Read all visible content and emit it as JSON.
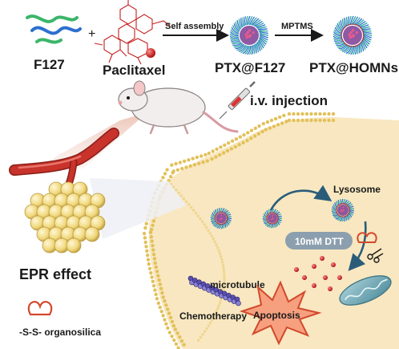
{
  "top_row": {
    "f127": "F127",
    "plus": "+",
    "paclitaxel": "Paclitaxel",
    "step1": "Self assembly",
    "ptx_f127": "PTX@F127",
    "step2": "MPTMS",
    "ptx_homns": "PTX@HOMNs"
  },
  "middle": {
    "injection": "i.v. injection",
    "epr": "EPR effect"
  },
  "cell": {
    "lysosome": "Lysosome",
    "dtt": "10mM DTT",
    "microtubule": "microtubule",
    "chemotherapy": "Chemotherapy",
    "apoptosis": "Apoptosis"
  },
  "legend": {
    "label": "-S-S- organosilica"
  },
  "colors": {
    "cell_fill": "#f8e7c0",
    "membrane": "#e2c15a",
    "vessel": "#c8332b",
    "tumor": "#f0d77a",
    "dtt_badge": "#8c9fae",
    "apoptosis_fill": "#f6a07f",
    "apoptosis_stroke": "#d2492c",
    "micelle_core": "#7b3c94",
    "micelle_shell": "#2ba8a0",
    "polymer_blue": "#2d6fd0",
    "polymer_green": "#3cb56a",
    "drug_red": "#c42020",
    "mitochondrion": "#5c9fae"
  }
}
